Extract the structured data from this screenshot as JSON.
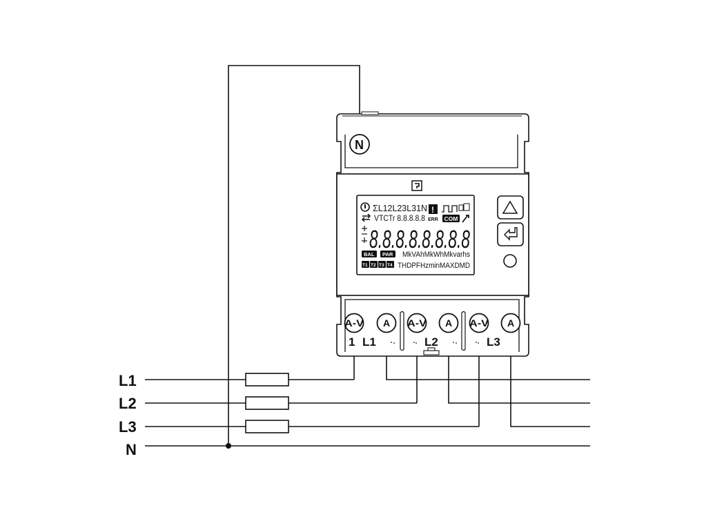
{
  "lines": {
    "l1": "L1",
    "l2": "L2",
    "l3": "L3",
    "n": "N"
  },
  "meter": {
    "top_terminal": "N",
    "terminals": [
      "A-V",
      "A",
      "A-V",
      "A",
      "A-V",
      "A"
    ],
    "phase_labels": [
      "1",
      "L1",
      "L2",
      "L3"
    ],
    "display": {
      "row1": "ΣL12L23L31N",
      "err": "ERR",
      "com": "COM",
      "row2": "VTCTr 8.8.8.8.8",
      "digits": "8.8.8.8.8.8.8.8",
      "bal": "BAL",
      "par": "PAR",
      "units1": "MkVAhMkWhMkvarhs",
      "tariffs": [
        "T1",
        "T2",
        "T3",
        "T4"
      ],
      "units2": "THDPFHzminMAXDMD"
    },
    "buttons": [
      "up-button",
      "enter-button",
      "reset-button"
    ]
  }
}
